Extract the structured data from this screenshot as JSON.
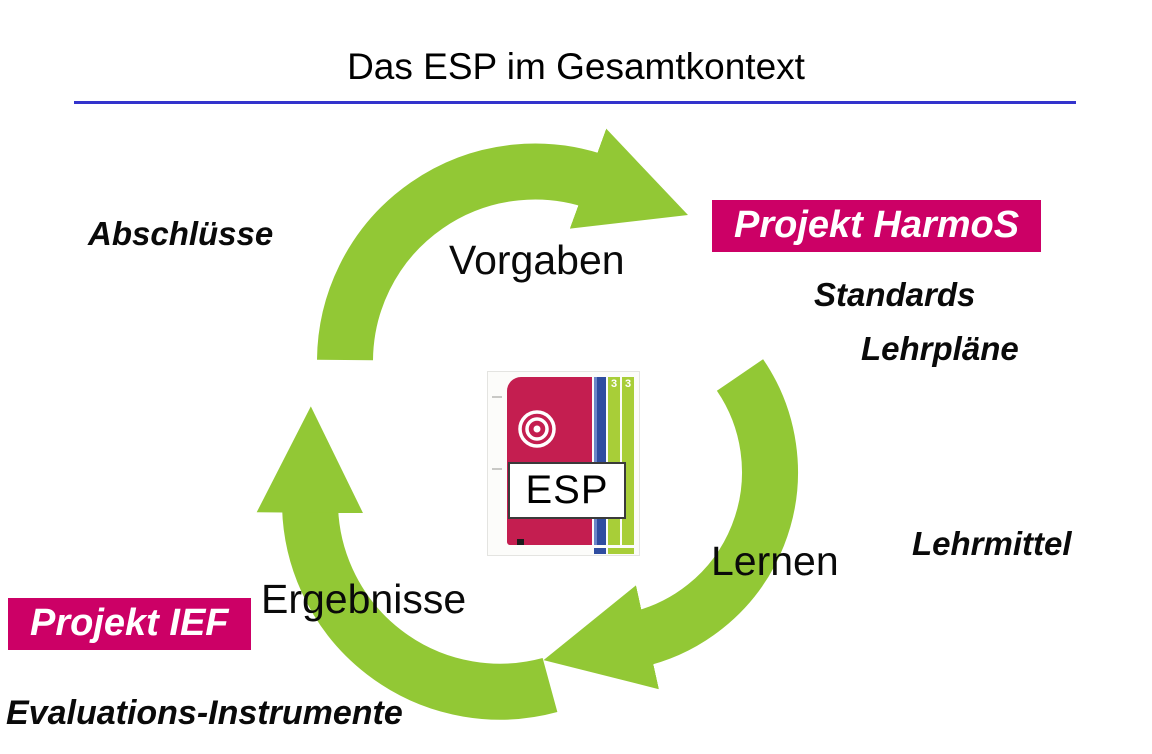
{
  "title": "Das ESP im Gesamtkontext",
  "cycle": {
    "top_label": "Vorgaben",
    "right_label": "Lernen",
    "bottom_label": "Ergebnisse"
  },
  "annotations": {
    "abschluesse": "Abschlüsse",
    "standards": "Standards",
    "lehrplaene": "Lehrpläne",
    "lehrmittel": "Lehrmittel",
    "evaluations_instrumente": "Evaluations-Instrumente"
  },
  "projects": {
    "harmos": "Projekt HarmoS",
    "ief": "Projekt IEF"
  },
  "center": {
    "esp_label": "ESP",
    "stripe_numbers": [
      "3",
      "3"
    ]
  },
  "colors": {
    "arrow_green": "#92C835",
    "project_magenta": "#CC0066",
    "title_underline_blue": "#3333CC",
    "booklet_red": "#C41E50",
    "booklet_blue": "#2F4DA0",
    "booklet_green": "#A8CE38"
  }
}
